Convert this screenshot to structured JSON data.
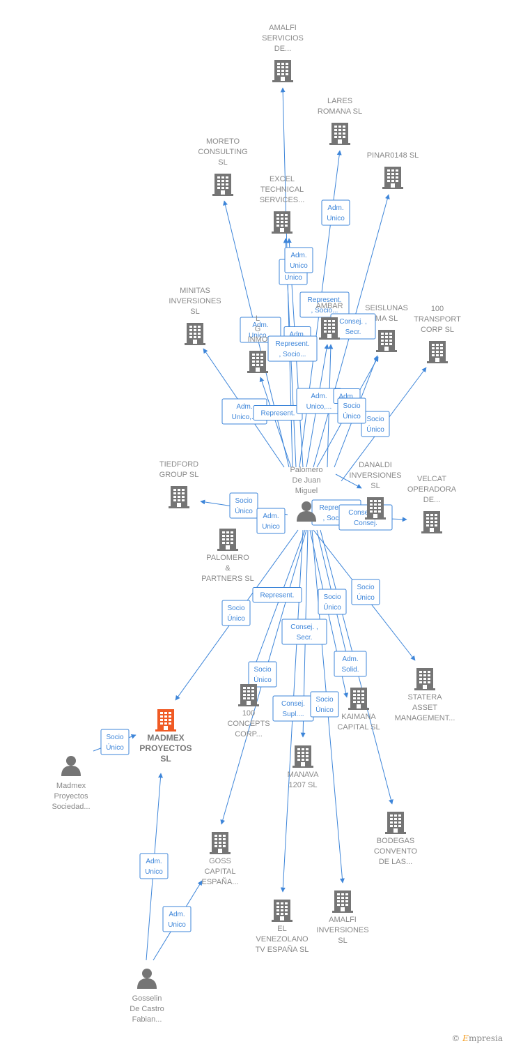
{
  "credit": {
    "symbol": "©",
    "brand_first": "E",
    "brand_rest": "mpresia"
  },
  "colors": {
    "edge": "#3d85d9",
    "company": "#757575",
    "company_main": "#f05a24",
    "person": "#757575",
    "label": "#888888"
  },
  "nodes": [
    {
      "id": "palomero",
      "kind": "person",
      "lines": [
        "Palomero",
        "De Juan",
        "Miguel"
      ]
    },
    {
      "id": "madmex_proyectos",
      "kind": "company",
      "main": true,
      "lines": [
        "MADMEX",
        "PROYECTOS",
        "SL"
      ]
    },
    {
      "id": "madmex_soc",
      "kind": "person",
      "lines": [
        "Madmex",
        "Proyectos",
        "Sociedad..."
      ]
    },
    {
      "id": "gosselin",
      "kind": "person",
      "lines": [
        "Gosselin",
        "De Castro",
        "Fabian..."
      ]
    },
    {
      "id": "amalfi_serv",
      "kind": "company",
      "lines": [
        "AMALFI",
        "SERVICIOS",
        "DE..."
      ]
    },
    {
      "id": "lares",
      "kind": "company",
      "lines": [
        "LARES",
        "ROMANA  SL"
      ]
    },
    {
      "id": "moreto",
      "kind": "company",
      "lines": [
        "MORETO",
        "CONSULTING",
        "SL"
      ]
    },
    {
      "id": "pinar",
      "kind": "company",
      "lines": [
        "PINAR0148  SL"
      ]
    },
    {
      "id": "excel",
      "kind": "company",
      "lines": [
        "EXCEL",
        "TECHNICAL",
        "SERVICES..."
      ]
    },
    {
      "id": "ambar",
      "kind": "company",
      "lines": [
        "AMBAR"
      ]
    },
    {
      "id": "minitas",
      "kind": "company",
      "lines": [
        "MINITAS",
        "INVERSIONES",
        "SL"
      ]
    },
    {
      "id": "lamar",
      "kind": "company",
      "lines": [
        "L",
        "G",
        "INMO"
      ]
    },
    {
      "id": "seislunas",
      "kind": "company",
      "lines": [
        "SEISLUNAS",
        "MA  SL"
      ]
    },
    {
      "id": "transport100",
      "kind": "company",
      "lines": [
        "100",
        "TRANSPORT",
        "CORP  SL"
      ]
    },
    {
      "id": "tiedford",
      "kind": "company",
      "lines": [
        "TIEDFORD",
        "GROUP  SL"
      ]
    },
    {
      "id": "danaldi",
      "kind": "company",
      "lines": [
        "DANALDI",
        "INVERSIONES",
        "SL"
      ]
    },
    {
      "id": "velcat",
      "kind": "company",
      "lines": [
        "VELCAT",
        "OPERADORA",
        "DE..."
      ]
    },
    {
      "id": "palomero_partners",
      "kind": "company",
      "lines": [
        "PALOMERO",
        "&",
        "PARTNERS SL"
      ]
    },
    {
      "id": "statera",
      "kind": "company",
      "lines": [
        "STATERA",
        "ASSET",
        "MANAGEMENT..."
      ]
    },
    {
      "id": "concepts100",
      "kind": "company",
      "lines": [
        "100",
        "CONCEPTS",
        "CORP..."
      ]
    },
    {
      "id": "kaimana",
      "kind": "company",
      "lines": [
        "KAIMANA",
        "CAPITAL  SL"
      ]
    },
    {
      "id": "manava",
      "kind": "company",
      "lines": [
        "MANAVA",
        "1207  SL"
      ]
    },
    {
      "id": "bodegas",
      "kind": "company",
      "lines": [
        "BODEGAS",
        "CONVENTO",
        "DE LAS..."
      ]
    },
    {
      "id": "goss",
      "kind": "company",
      "lines": [
        "GOSS",
        "CAPITAL",
        "ESPAÑA..."
      ]
    },
    {
      "id": "venezolano",
      "kind": "company",
      "lines": [
        "EL",
        "VENEZOLANO",
        "TV ESPAÑA  SL"
      ]
    },
    {
      "id": "amalfi_inv",
      "kind": "company",
      "lines": [
        "AMALFI",
        "INVERSIONES",
        "SL"
      ]
    }
  ],
  "edge_labels": [
    {
      "id": "e_lares",
      "lines": [
        "Adm.",
        "Unico"
      ]
    },
    {
      "id": "e_excel1",
      "lines": [
        "Adm.",
        "Unico"
      ]
    },
    {
      "id": "e_excel2",
      "lines": [
        "Adm.",
        "Unico"
      ]
    },
    {
      "id": "e_amb1",
      "lines": [
        "Represent.",
        ", Socio..."
      ]
    },
    {
      "id": "e_amb2",
      "lines": [
        "Consej. ,",
        "Secr."
      ]
    },
    {
      "id": "e_lam1",
      "lines": [
        "Adm.",
        "Unico..."
      ]
    },
    {
      "id": "e_lam2",
      "lines": [
        "Adm."
      ]
    },
    {
      "id": "e_lam3",
      "lines": [
        "Represent.",
        ", Socio..."
      ]
    },
    {
      "id": "e_min",
      "lines": [
        "Adm.",
        "Unico,..."
      ]
    },
    {
      "id": "e_rep",
      "lines": [
        "Represent."
      ]
    },
    {
      "id": "e_sei1",
      "lines": [
        "Adm.",
        "Unico,..."
      ]
    },
    {
      "id": "e_sei2",
      "lines": [
        "Adm."
      ]
    },
    {
      "id": "e_sei3",
      "lines": [
        "Socio",
        "Único"
      ]
    },
    {
      "id": "e_tra",
      "lines": [
        "Socio",
        "Único"
      ]
    },
    {
      "id": "e_tie1",
      "lines": [
        "Socio",
        "Único"
      ]
    },
    {
      "id": "e_tie2",
      "lines": [
        "Adm.",
        "Unico"
      ]
    },
    {
      "id": "e_vel1",
      "lines": [
        "Represent.",
        ", Socio..."
      ]
    },
    {
      "id": "e_vel2",
      "lines": [
        "Consej.  No",
        "Consej."
      ]
    },
    {
      "id": "e_madx",
      "lines": [
        "Socio",
        "Único"
      ]
    },
    {
      "id": "e_rep2",
      "lines": [
        "Represent."
      ]
    },
    {
      "id": "e_kai1",
      "lines": [
        "Socio",
        "Único"
      ]
    },
    {
      "id": "e_sta",
      "lines": [
        "Socio",
        "Único"
      ]
    },
    {
      "id": "e_man",
      "lines": [
        "Consej. ,",
        "Secr."
      ]
    },
    {
      "id": "e_kai2",
      "lines": [
        "Adm.",
        "Solid."
      ]
    },
    {
      "id": "e_con",
      "lines": [
        "Socio",
        "Único"
      ]
    },
    {
      "id": "e_ven",
      "lines": [
        "Consej.",
        "Supl...."
      ]
    },
    {
      "id": "e_ama",
      "lines": [
        "Socio",
        "Único"
      ]
    },
    {
      "id": "e_mms",
      "lines": [
        "Socio",
        "Único"
      ]
    },
    {
      "id": "e_gos1",
      "lines": [
        "Adm.",
        "Unico"
      ]
    },
    {
      "id": "e_gos2",
      "lines": [
        "Adm.",
        "Unico"
      ]
    }
  ]
}
